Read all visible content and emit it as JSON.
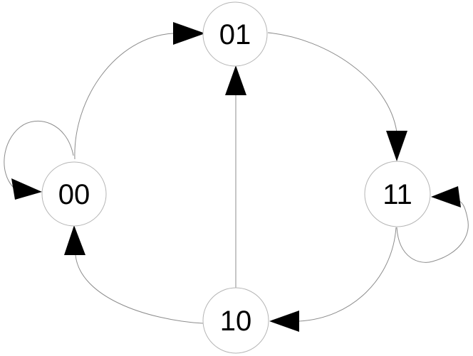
{
  "diagram": {
    "type": "state-machine",
    "background_color": "#ffffff",
    "node_fill": "#ffffff",
    "node_stroke_color": "#b5b5b5",
    "edge_color": "#8c8c8c",
    "arrow_color": "#000000",
    "label_color": "#000000",
    "nodes": [
      {
        "id": "s01",
        "label": "01"
      },
      {
        "id": "s00",
        "label": "00"
      },
      {
        "id": "s11",
        "label": "11"
      },
      {
        "id": "s10",
        "label": "10"
      }
    ],
    "edges": [
      {
        "from": "00",
        "to": "01",
        "self_loop": false
      },
      {
        "from": "01",
        "to": "11",
        "self_loop": false
      },
      {
        "from": "11",
        "to": "10",
        "self_loop": false
      },
      {
        "from": "10",
        "to": "00",
        "self_loop": false
      },
      {
        "from": "10",
        "to": "01",
        "self_loop": false
      },
      {
        "from": "00",
        "to": "00",
        "self_loop": true
      },
      {
        "from": "11",
        "to": "11",
        "self_loop": true
      }
    ]
  }
}
